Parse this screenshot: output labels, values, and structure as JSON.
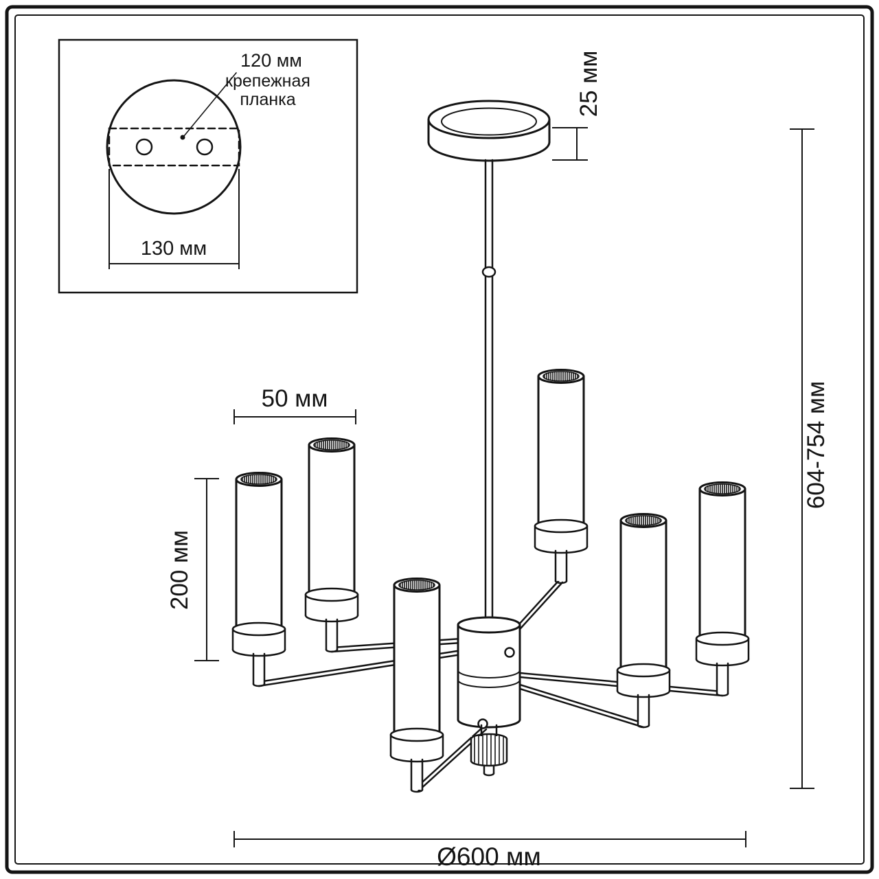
{
  "drawing": {
    "ink_color": "#141414",
    "inset": {
      "offset_label": "120 мм",
      "bracket_label_line1": "крепежная",
      "bracket_label_line2": "планка",
      "plate_width_label": "130 мм"
    },
    "dims": {
      "canopy_height": "25 мм",
      "overall_height": "604-754 мм",
      "shade_width": "50 мм",
      "shade_height": "200 мм",
      "fixture_diameter": "Ø600 мм"
    }
  }
}
